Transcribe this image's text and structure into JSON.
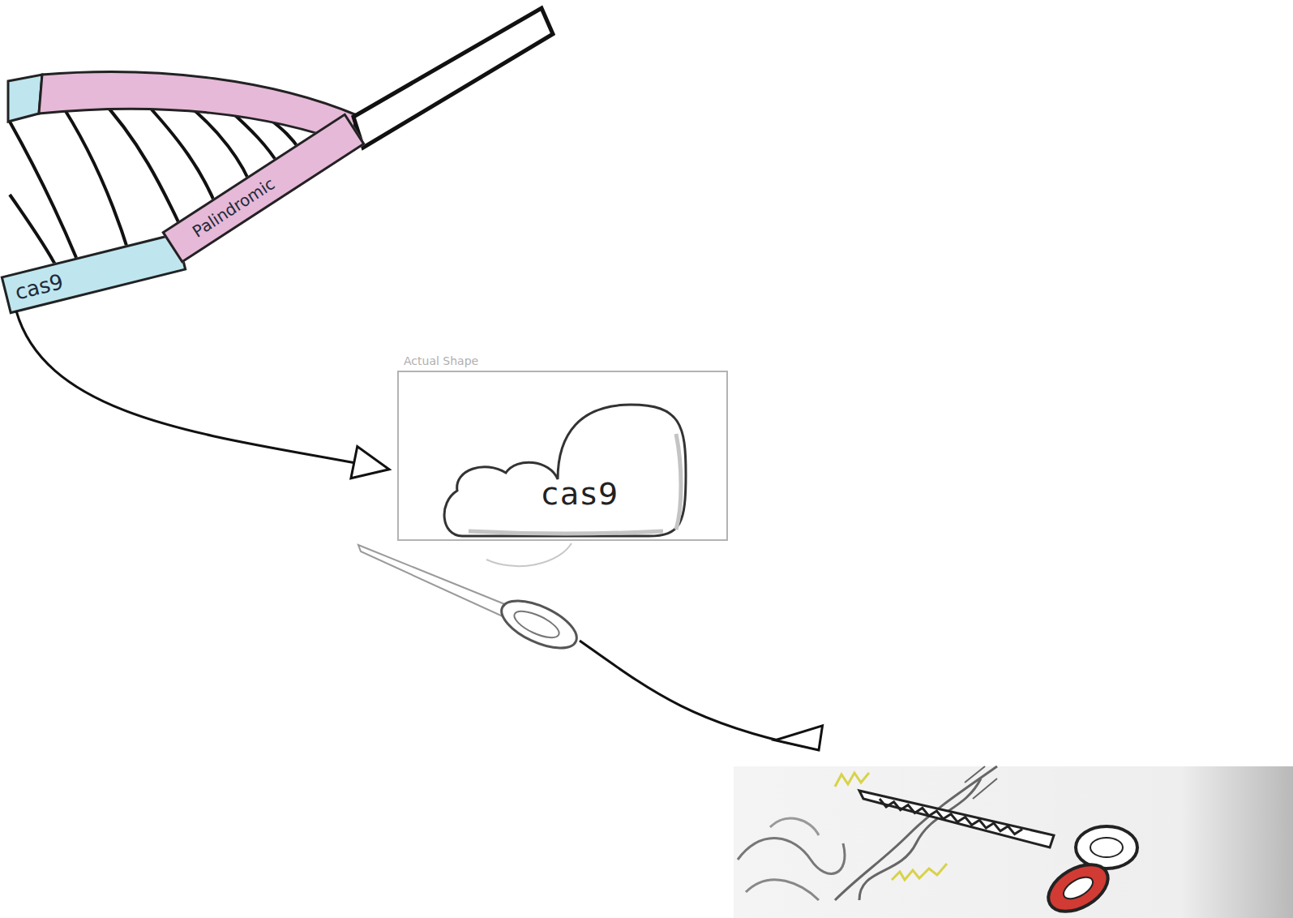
{
  "diagram": {
    "nodes": [
      {
        "text": [
          "cas9"
        ]
      },
      {
        "text": [
          "Palindromic"
        ]
      },
      {
        "text": [
          "Actual Shape"
        ]
      },
      {
        "text": [
          "cas9"
        ],
        "in": 2
      }
    ],
    "edges": [
      {
        "from": 0,
        "to": 2,
        "arrow": "to"
      }
    ]
  }
}
